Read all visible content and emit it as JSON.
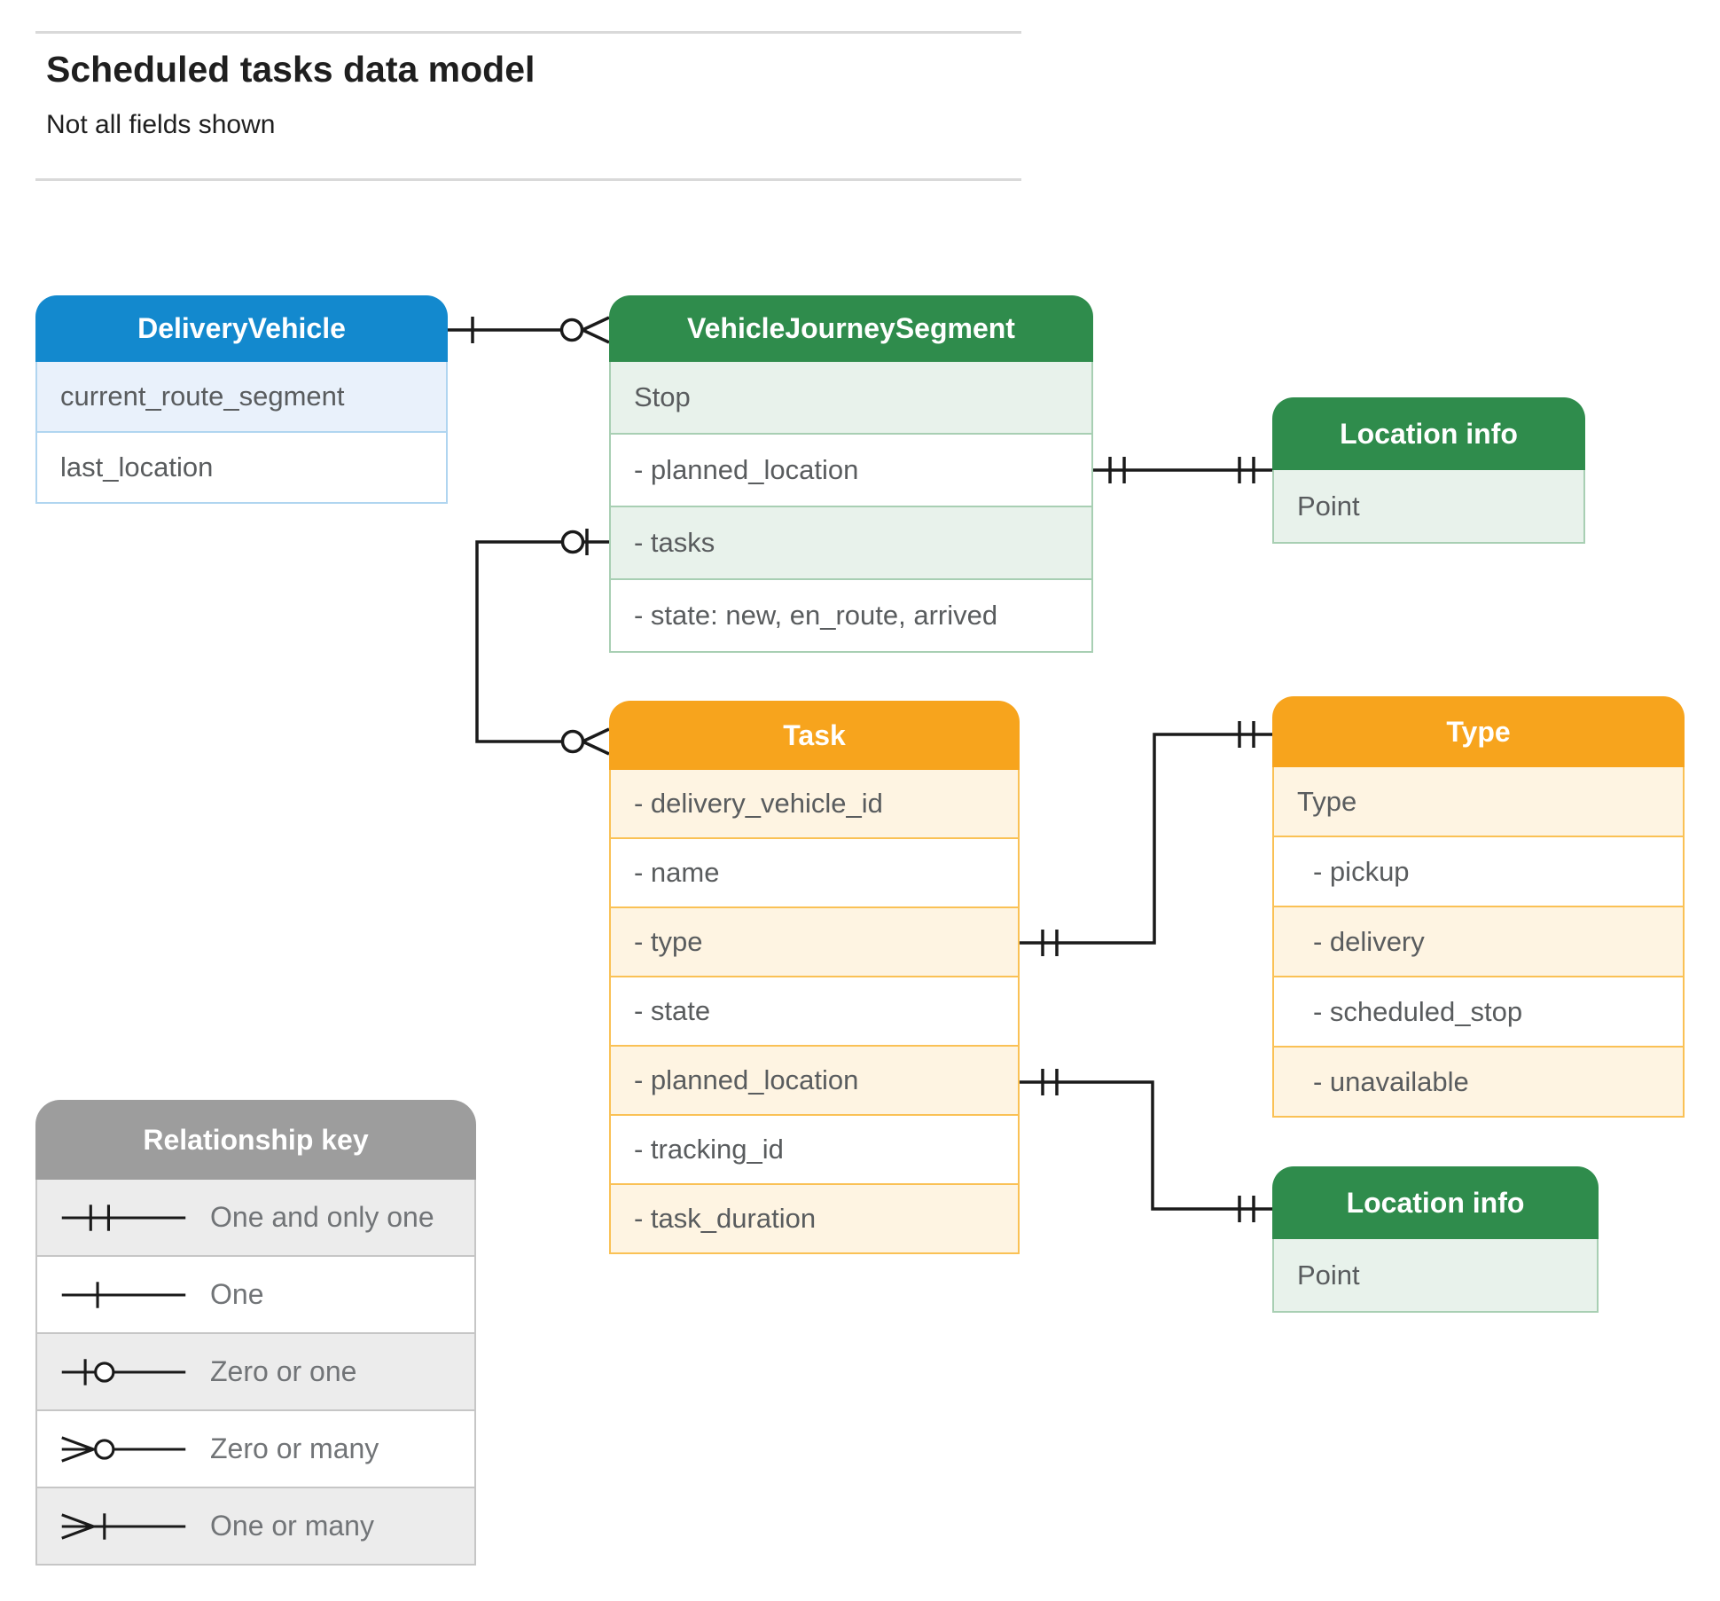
{
  "page": {
    "title": "Scheduled tasks data model",
    "subtitle": "Not all fields shown"
  },
  "colors": {
    "blue_header": "#1389ce",
    "blue_row": "#e9f1fb",
    "green_header": "#2f8c4c",
    "green_row": "#e8f2eb",
    "orange_header": "#f7a41d",
    "orange_row": "#fef4e2",
    "legend_header": "#9d9d9d",
    "legend_row": "#ececec",
    "connector": "#1a1a1a"
  },
  "entities": {
    "delivery_vehicle": {
      "title": "DeliveryVehicle",
      "rows": [
        "current_route_segment",
        "last_location"
      ]
    },
    "vehicle_journey_segment": {
      "title": "VehicleJourneySegment",
      "rows": [
        "Stop",
        "- planned_location",
        "- tasks",
        "- state: new, en_route, arrived"
      ]
    },
    "location_info_top": {
      "title": "Location info",
      "rows": [
        "Point"
      ]
    },
    "task": {
      "title": "Task",
      "rows": [
        "- delivery_vehicle_id",
        "- name",
        "- type",
        "- state",
        "- planned_location",
        "- tracking_id",
        "- task_duration"
      ]
    },
    "type": {
      "title": "Type",
      "rows": [
        "Type",
        "-  pickup",
        "-  delivery",
        "-  scheduled_stop",
        "-  unavailable"
      ]
    },
    "location_info_bottom": {
      "title": "Location info",
      "rows": [
        "Point"
      ]
    }
  },
  "legend": {
    "title": "Relationship key",
    "items": [
      {
        "symbol": "one-and-only-one",
        "label": "One and only one"
      },
      {
        "symbol": "one",
        "label": "One"
      },
      {
        "symbol": "zero-or-one",
        "label": "Zero or one"
      },
      {
        "symbol": "zero-or-many",
        "label": "Zero or many"
      },
      {
        "symbol": "one-or-many",
        "label": "One or many"
      }
    ]
  },
  "relationships": [
    {
      "from": "DeliveryVehicle",
      "to": "VehicleJourneySegment",
      "from_cardinality": "one",
      "to_cardinality": "zero-or-many"
    },
    {
      "from": "VehicleJourneySegment.planned_location",
      "to": "Location info",
      "from_cardinality": "one-and-only-one",
      "to_cardinality": "one-and-only-one"
    },
    {
      "from": "VehicleJourneySegment.tasks",
      "to": "Task",
      "from_cardinality": "zero-or-one",
      "to_cardinality": "zero-or-many"
    },
    {
      "from": "Task.type",
      "to": "Type",
      "from_cardinality": "one-and-only-one",
      "to_cardinality": "one-and-only-one"
    },
    {
      "from": "Task.planned_location",
      "to": "Location info",
      "from_cardinality": "one-and-only-one",
      "to_cardinality": "one-and-only-one"
    }
  ]
}
